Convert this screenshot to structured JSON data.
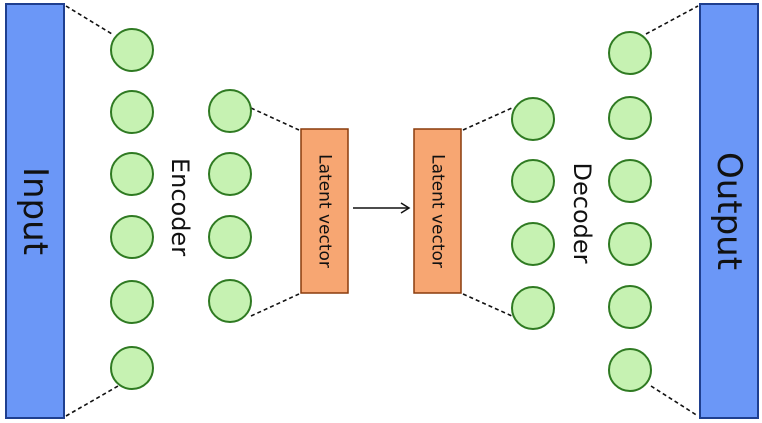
{
  "diagram": {
    "input_label": "Input",
    "output_label": "Output",
    "encoder_label": "Encoder",
    "decoder_label": "Decoder",
    "latent_left_label": "Latent vector",
    "latent_right_label": "Latent vector"
  },
  "colors": {
    "io_fill": "#6b97f7",
    "io_stroke": "#1f3f8f",
    "node_fill": "#c6f2b2",
    "node_stroke": "#2f7a22",
    "latent_fill": "#f7a672",
    "latent_stroke": "#8a3b0c",
    "line": "#111111"
  }
}
